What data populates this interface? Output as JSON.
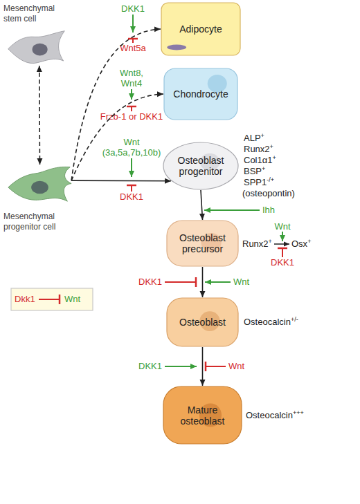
{
  "diagram": {
    "nodes": [
      {
        "text": [
          "Mesenchymal stem cell"
        ]
      },
      {
        "text": [
          "Adipocyte"
        ]
      },
      {
        "text": [
          "Chondrocyte"
        ]
      },
      {
        "text": [
          "Mesenchymal progenitor cell"
        ]
      },
      {
        "text": [
          "Osteoblast progenitor"
        ]
      },
      {
        "text": [
          "Osteoblast precursor"
        ]
      },
      {
        "text": [
          "Dkk1",
          "Wnt"
        ]
      },
      {
        "text": [
          "Osteoblast"
        ]
      },
      {
        "text": [
          "Mature osteoblast"
        ]
      }
    ],
    "edges": [
      {
        "from": 0,
        "to": 3,
        "arrow": "both"
      },
      {
        "from": 3,
        "to": 1,
        "arrow": "to"
      },
      {
        "from": 3,
        "to": 2,
        "arrow": "to"
      },
      {
        "from": 3,
        "to": 4,
        "arrow": "to"
      },
      {
        "from": 4,
        "to": 5,
        "arrow": "to"
      },
      {
        "from": 5,
        "to": 7,
        "arrow": "to"
      },
      {
        "from": 7,
        "to": 8,
        "arrow": "to"
      }
    ],
    "labels": [
      "DKK1",
      "Wnt5a",
      "Wnt8, Wnt4",
      "Frzb-1 or DKK1",
      "Wnt (3a,5a,7b,10b)",
      "DKK1",
      "ALP+",
      "Runx2+",
      "Col1α1+",
      "BSP+",
      "SPP1-/+",
      "(osteopontin)",
      "Ihh",
      "Wnt",
      "Runx2+",
      "Osx+",
      "DKK1",
      "DKK1",
      "Wnt",
      "Osteocalcin+/-",
      "DKK1",
      "Wnt",
      "Osteocalcin+++"
    ]
  }
}
